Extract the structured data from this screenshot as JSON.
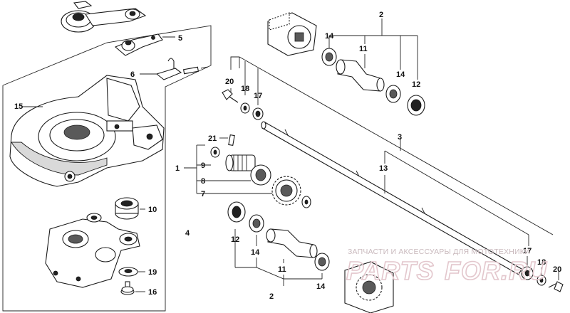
{
  "diagram": {
    "callouts": {
      "c1": "1",
      "c2_top": "2",
      "c2_bottom": "2",
      "c3": "3",
      "c4": "4",
      "c5": "5",
      "c6": "6",
      "c7": "7",
      "c8": "8",
      "c9": "9",
      "c10": "10",
      "c11_top": "11",
      "c11_bottom": "11",
      "c12_top": "12",
      "c12_bottom": "12",
      "c13": "13",
      "c14_a": "14",
      "c14_b": "14",
      "c14_c": "14",
      "c14_d": "14",
      "c15": "15",
      "c16": "16",
      "c17_top": "17",
      "c17_bottom": "17",
      "c18_top": "18",
      "c18_bottom": "18",
      "c19": "19",
      "c20_top": "20",
      "c20_bottom": "20",
      "c21": "21"
    }
  },
  "watermark": {
    "tagline": "ЗАПЧАСТИ И АКСЕССУАРЫ ДЛЯ МОТОТЕХНИКИ",
    "brand_left": "PARTS",
    "brand_right": "FOR.RU"
  }
}
